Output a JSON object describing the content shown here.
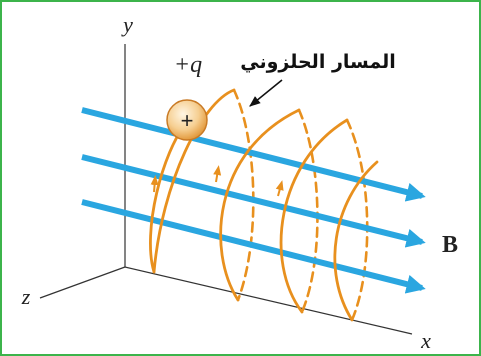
{
  "figure": {
    "frame_color": "#3cb44b",
    "axes": {
      "x_label": "x",
      "y_label": "y",
      "z_label": "z"
    },
    "charge": {
      "label": "+q",
      "symbol": "+"
    },
    "field": {
      "label": "B",
      "arrow_color": "#2aa6e0",
      "arrow_count": 3
    },
    "helix": {
      "label": "المسار الحلزوني",
      "color": "#e8901e",
      "turns": 3
    }
  }
}
